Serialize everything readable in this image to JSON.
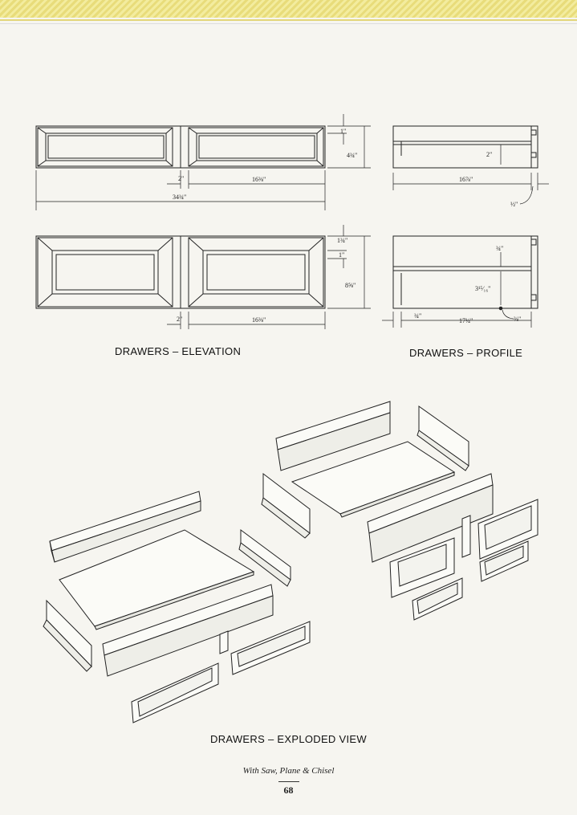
{
  "elevation": {
    "caption": "DRAWERS – ELEVATION",
    "dims": {
      "rail_1": "1\"",
      "height_top": "4¾\"",
      "stile_top": "2\"",
      "panel_width_top": "16⅜\"",
      "overall_width": "34¾\"",
      "rail_1_3_4": "1¾\"",
      "rail_1_b": "1\"",
      "height_bottom": "8⅝\"",
      "stile_bottom": "2\"",
      "panel_width_bottom": "16⅜\""
    }
  },
  "profile": {
    "caption": "DRAWERS – PROFILE",
    "dims": {
      "groove_top": "2\"",
      "depth_top": "16⅞\"",
      "thickness_half": "½\"",
      "top_three_quarter": "¾\"",
      "mid_height": "3¹⁵⁄₁₆\"",
      "front_three_quarter": "¾\"",
      "depth_bottom": "17¼\"",
      "groove_three_eighths": "⅜\""
    }
  },
  "exploded": {
    "caption": "DRAWERS – EXPLODED VIEW"
  },
  "footer": {
    "book_title": "With Saw, Plane & Chisel",
    "page_number": "68"
  },
  "colors": {
    "line": "#222222",
    "top_band": "#e8dc7a"
  }
}
